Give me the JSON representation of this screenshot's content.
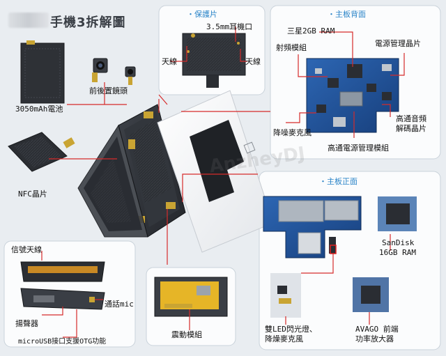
{
  "title": "手機3拆解圖",
  "panels": {
    "protect": {
      "title": "・保護片",
      "labels": {
        "earphone": "3.5mm耳機口",
        "antenna_left": "天線",
        "antenna_right": "天線"
      }
    },
    "board_back": {
      "title": "・主板背面",
      "labels": {
        "samsung_ram": "三星2GB RAM",
        "rf_module": "射頻模組",
        "pmic": "電源管理晶片",
        "audio_codec_line1": "高通音頻",
        "audio_codec_line2": "解碼晶片",
        "noise_mic": "降噪麥克風",
        "qcom_pm": "高通電源管理模組"
      }
    },
    "board_front": {
      "title": "・主板正面",
      "labels": {
        "sandisk_line1": "SanDisk",
        "sandisk_line2": "16GB RAM",
        "dual_led_line1": "雙LED閃光燈、",
        "dual_led_line2": "降燥麥克風",
        "avago_line1": "AVAGO 前端",
        "avago_line2": "功率放大器"
      }
    },
    "bottom": {
      "labels": {
        "signal_antenna": "信號天線",
        "call_mic": "通話mic",
        "speaker": "揚聲器",
        "micro_usb": "microUSB接口支援OTG功能"
      }
    },
    "vibration": {
      "label": "震動模組"
    }
  },
  "left_labels": {
    "camera": "前後置鏡頭",
    "battery": "3050mAh電池",
    "nfc": "NFC晶片"
  },
  "watermark": "AnzheyDJ",
  "colors": {
    "accent_title": "#2a84c8",
    "callout_line": "#d62b2b",
    "panel_border": "#c9d2da",
    "page_bg": "#e9edf1",
    "pcb_blue": "#1d4f95",
    "chip_dark": "#2a2d33"
  }
}
